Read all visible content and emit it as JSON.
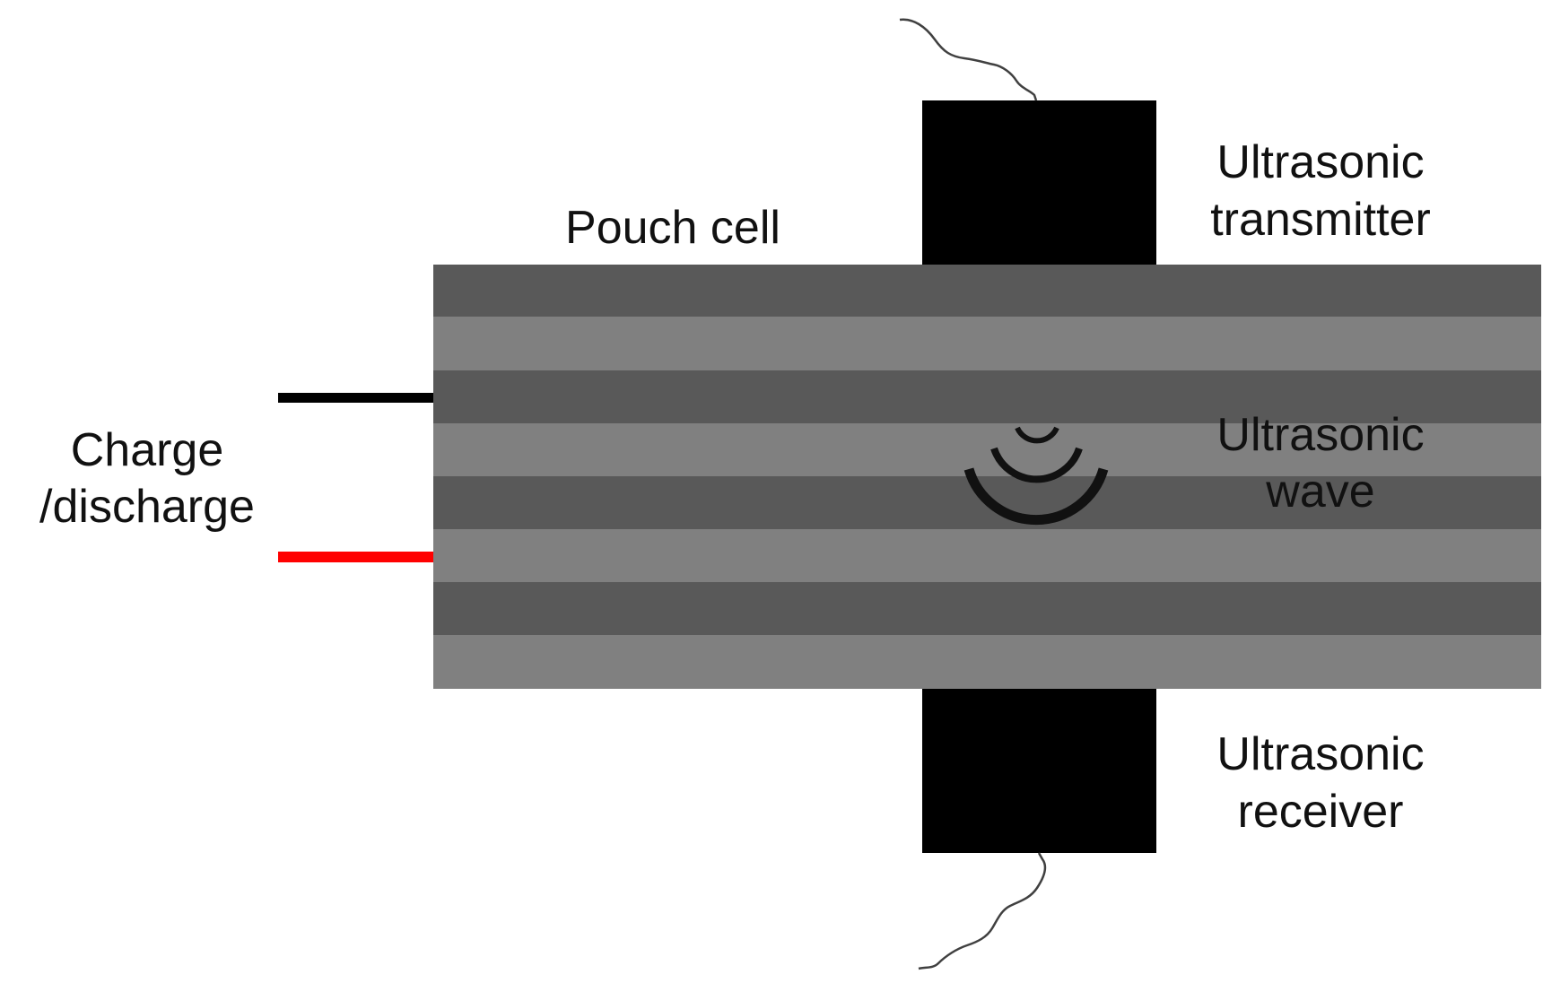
{
  "labels": {
    "pouch_cell": "Pouch cell",
    "transmitter": [
      "Ultrasonic",
      "transmitter"
    ],
    "wave": [
      "Ultrasonic",
      "wave"
    ],
    "receiver": [
      "Ultrasonic",
      "receiver"
    ],
    "charge": [
      "Charge",
      "/discharge"
    ]
  },
  "colors": {
    "background": "#ffffff",
    "layer_dark": "#595959",
    "layer_light": "#808080",
    "transducer": "#000000",
    "lead_negative": "#000000",
    "lead_positive": "#ff0000",
    "wire": "#404040",
    "wave_icon": "#111111",
    "text": "#111111"
  },
  "icons": {
    "wave": "ultrasonic-wave-icon"
  }
}
